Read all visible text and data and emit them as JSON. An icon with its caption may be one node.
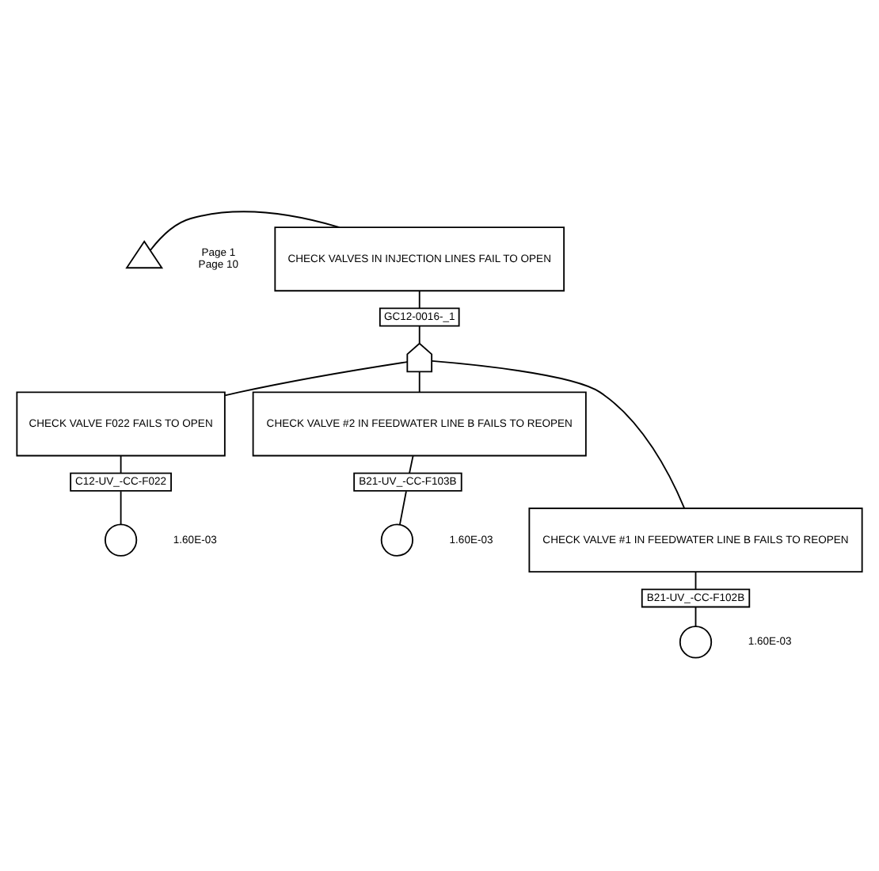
{
  "diagram": {
    "nodes": [
      {
        "text": [
          "CHECK VALVES IN INJECTION LINES FAIL TO OPEN"
        ]
      },
      {
        "text": [],
        "shape": "triangle",
        "beside": [
          "Page 1",
          "Page 10"
        ]
      },
      {
        "text": [
          "GC12-0016-_1"
        ]
      },
      {
        "text": [],
        "shape": "gate"
      },
      {
        "text": [
          "CHECK VALVE F022 FAILS TO OPEN"
        ]
      },
      {
        "text": [
          "CHECK VALVE #2 IN FEEDWATER LINE B FAILS TO REOPEN"
        ]
      },
      {
        "text": [
          "C12-UV_-CC-F022"
        ]
      },
      {
        "text": [
          "B21-UV_-CC-F103B"
        ]
      },
      {
        "text": [],
        "shape": "circle",
        "beside": [
          "1.60E-03"
        ]
      },
      {
        "text": [],
        "shape": "circle",
        "beside": [
          "1.60E-03"
        ]
      },
      {
        "text": [
          "CHECK VALVE #1 IN FEEDWATER LINE B FAILS TO REOPEN"
        ]
      },
      {
        "text": [
          "B21-UV_-CC-F102B"
        ]
      },
      {
        "text": [],
        "shape": "circle",
        "beside": [
          "1.60E-03"
        ]
      }
    ],
    "edges": [
      {
        "from": 1,
        "to": 0,
        "arrow": "none"
      },
      {
        "from": 0,
        "to": 2,
        "arrow": "none"
      },
      {
        "from": 2,
        "to": 3,
        "arrow": "none"
      },
      {
        "from": 3,
        "to": 4,
        "arrow": "none"
      },
      {
        "from": 3,
        "to": 5,
        "arrow": "none"
      },
      {
        "from": 3,
        "to": 10,
        "arrow": "none"
      },
      {
        "from": 4,
        "to": 6,
        "arrow": "none"
      },
      {
        "from": 6,
        "to": 8,
        "arrow": "none"
      },
      {
        "from": 5,
        "to": 7,
        "arrow": "none"
      },
      {
        "from": 7,
        "to": 9,
        "arrow": "none"
      },
      {
        "from": 10,
        "to": 11,
        "arrow": "none"
      },
      {
        "from": 11,
        "to": 12,
        "arrow": "none"
      }
    ]
  }
}
